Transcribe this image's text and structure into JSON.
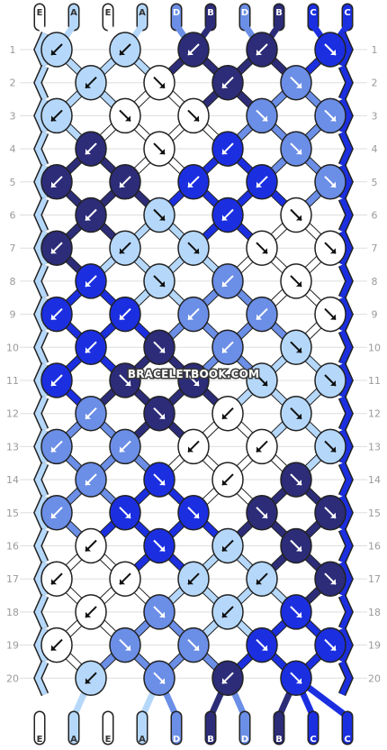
{
  "watermark": "BRACELETBOOK.COM",
  "strand_colors": {
    "E": "#ffffff",
    "A": "#b5d8fa",
    "D": "#6b8ee6",
    "B": "#2c2c78",
    "C": "#1b2fe0"
  },
  "strands_top": [
    "E",
    "A",
    "E",
    "A",
    "D",
    "B",
    "D",
    "B",
    "C",
    "C"
  ],
  "strands_bottom": [
    "E",
    "A",
    "E",
    "A",
    "D",
    "B",
    "D",
    "B",
    "C",
    "C"
  ],
  "row_numbers": [
    "1",
    "2",
    "3",
    "4",
    "5",
    "6",
    "7",
    "8",
    "9",
    "10",
    "11",
    "12",
    "13",
    "14",
    "15",
    "16",
    "17",
    "18",
    "19",
    "20"
  ],
  "knot_rows": [
    [
      {
        "c": "A",
        "d": "bl"
      },
      {
        "c": "A",
        "d": "bl"
      },
      {
        "c": "B",
        "d": "bl"
      },
      {
        "c": "B",
        "d": "bl"
      },
      {
        "c": "C",
        "d": "br"
      }
    ],
    [
      {
        "c": "A",
        "d": "bl"
      },
      {
        "c": "E",
        "d": "br"
      },
      {
        "c": "B",
        "d": "bl"
      },
      {
        "c": "D",
        "d": "br"
      }
    ],
    [
      {
        "c": "A",
        "d": "bl"
      },
      {
        "c": "E",
        "d": "br"
      },
      {
        "c": "E",
        "d": "br"
      },
      {
        "c": "D",
        "d": "br"
      },
      {
        "c": "D",
        "d": "br"
      }
    ],
    [
      {
        "c": "B",
        "d": "bl"
      },
      {
        "c": "E",
        "d": "br"
      },
      {
        "c": "C",
        "d": "bl"
      },
      {
        "c": "D",
        "d": "br"
      }
    ],
    [
      {
        "c": "B",
        "d": "bl"
      },
      {
        "c": "B",
        "d": "bl"
      },
      {
        "c": "C",
        "d": "bl"
      },
      {
        "c": "C",
        "d": "bl"
      },
      {
        "c": "D",
        "d": "br"
      }
    ],
    [
      {
        "c": "B",
        "d": "bl"
      },
      {
        "c": "A",
        "d": "br"
      },
      {
        "c": "C",
        "d": "bl"
      },
      {
        "c": "E",
        "d": "br"
      }
    ],
    [
      {
        "c": "B",
        "d": "bl"
      },
      {
        "c": "A",
        "d": "bl"
      },
      {
        "c": "A",
        "d": "br"
      },
      {
        "c": "E",
        "d": "br"
      },
      {
        "c": "E",
        "d": "br"
      }
    ],
    [
      {
        "c": "C",
        "d": "bl"
      },
      {
        "c": "A",
        "d": "br"
      },
      {
        "c": "D",
        "d": "bl"
      },
      {
        "c": "E",
        "d": "br"
      }
    ],
    [
      {
        "c": "C",
        "d": "bl"
      },
      {
        "c": "C",
        "d": "bl"
      },
      {
        "c": "D",
        "d": "bl"
      },
      {
        "c": "D",
        "d": "bl"
      },
      {
        "c": "E",
        "d": "br"
      }
    ],
    [
      {
        "c": "C",
        "d": "bl"
      },
      {
        "c": "B",
        "d": "br"
      },
      {
        "c": "D",
        "d": "bl"
      },
      {
        "c": "A",
        "d": "br"
      }
    ],
    [
      {
        "c": "C",
        "d": "bl"
      },
      {
        "c": "B",
        "d": "br"
      },
      {
        "c": "B",
        "d": "br"
      },
      {
        "c": "A",
        "d": "br"
      },
      {
        "c": "A",
        "d": "br"
      }
    ],
    [
      {
        "c": "D",
        "d": "bl"
      },
      {
        "c": "B",
        "d": "br"
      },
      {
        "c": "E",
        "d": "bl"
      },
      {
        "c": "A",
        "d": "br"
      }
    ],
    [
      {
        "c": "D",
        "d": "bl"
      },
      {
        "c": "D",
        "d": "bl"
      },
      {
        "c": "E",
        "d": "bl"
      },
      {
        "c": "E",
        "d": "bl"
      },
      {
        "c": "A",
        "d": "br"
      }
    ],
    [
      {
        "c": "D",
        "d": "bl"
      },
      {
        "c": "C",
        "d": "br"
      },
      {
        "c": "E",
        "d": "bl"
      },
      {
        "c": "B",
        "d": "br"
      }
    ],
    [
      {
        "c": "D",
        "d": "bl"
      },
      {
        "c": "C",
        "d": "br"
      },
      {
        "c": "C",
        "d": "br"
      },
      {
        "c": "B",
        "d": "br"
      },
      {
        "c": "B",
        "d": "br"
      }
    ],
    [
      {
        "c": "E",
        "d": "bl"
      },
      {
        "c": "C",
        "d": "br"
      },
      {
        "c": "A",
        "d": "bl"
      },
      {
        "c": "B",
        "d": "br"
      }
    ],
    [
      {
        "c": "E",
        "d": "bl"
      },
      {
        "c": "E",
        "d": "bl"
      },
      {
        "c": "A",
        "d": "bl"
      },
      {
        "c": "A",
        "d": "bl"
      },
      {
        "c": "B",
        "d": "br"
      }
    ],
    [
      {
        "c": "E",
        "d": "bl"
      },
      {
        "c": "D",
        "d": "br"
      },
      {
        "c": "A",
        "d": "bl"
      },
      {
        "c": "C",
        "d": "br"
      }
    ],
    [
      {
        "c": "E",
        "d": "bl"
      },
      {
        "c": "D",
        "d": "br"
      },
      {
        "c": "D",
        "d": "br"
      },
      {
        "c": "C",
        "d": "br"
      },
      {
        "c": "C",
        "d": "br"
      }
    ],
    [
      {
        "c": "A",
        "d": "bl"
      },
      {
        "c": "D",
        "d": "br"
      },
      {
        "c": "B",
        "d": "bl"
      },
      {
        "c": "C",
        "d": "br"
      }
    ]
  ]
}
